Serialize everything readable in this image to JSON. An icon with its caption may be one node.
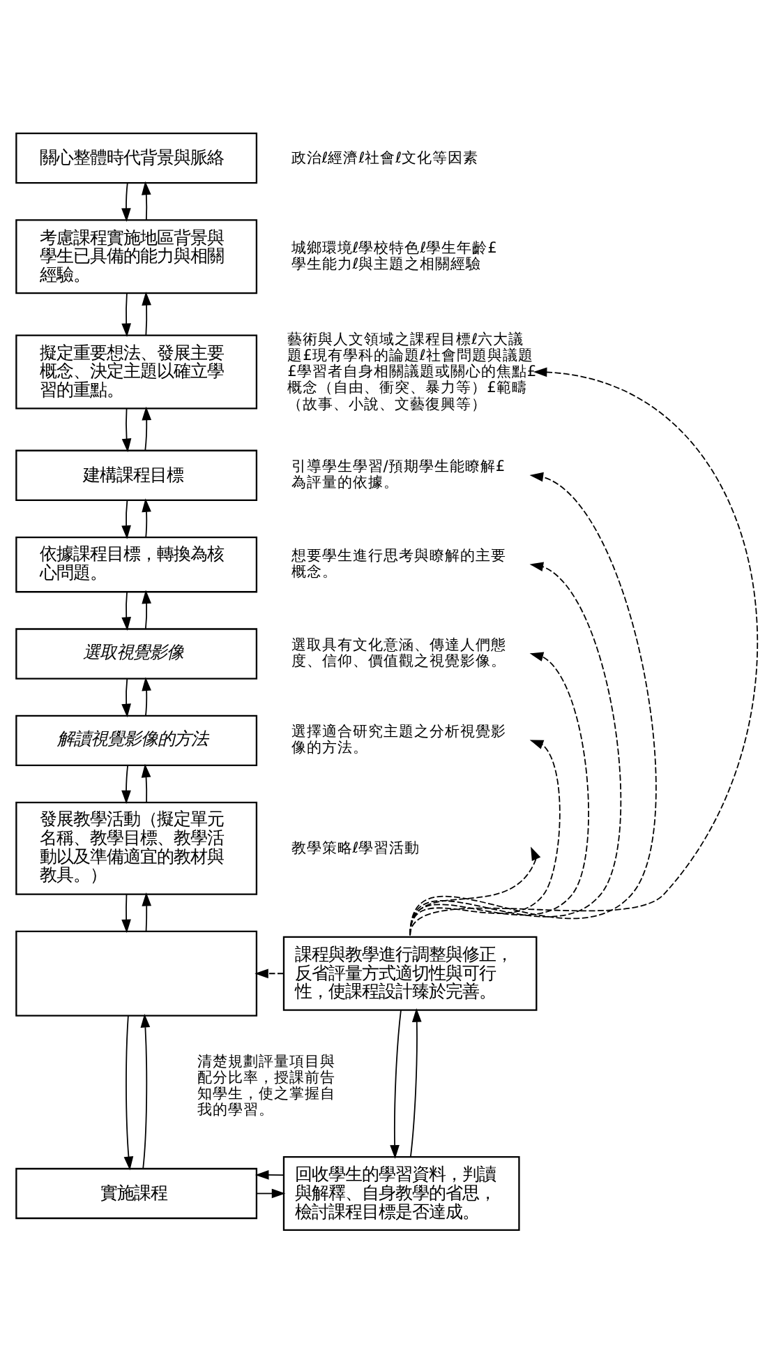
{
  "diagram": {
    "nodes": [
      {
        "text": [
          "關心整體時代背景與脈絡"
        ],
        "beside": [
          "政治ℓ經濟ℓ社會ℓ文化等因素"
        ]
      },
      {
        "text": [
          "考慮課程實施地區背景與學生已具備的能力與相關經驗。"
        ],
        "beside": [
          "城鄉環境ℓ學校特色ℓ學生年齡£學生能力ℓ與主題之相關經驗"
        ]
      },
      {
        "text": [
          "擬定重要想法、發展主要概念、決定主題以確立學習的重點。"
        ]
      },
      {
        "text": [
          "藝術與人文領域之課程目標ℓ六大議題£現有學科的論題ℓ社會問題與議題£學習者自身相關議題或關心的焦點£概念（自由、衝突、暴力等）£範疇（故事、小說、文藝復興等）"
        ]
      },
      {
        "text": [
          "建構課程目標"
        ]
      },
      {
        "text": [
          "引導學生學習/預期學生能瞭解£為評量的依據。"
        ]
      },
      {
        "text": [
          "依據課程目標，轉換為核心問題。"
        ]
      },
      {
        "text": [
          "想要學生進行思考與瞭解的主要概念。"
        ]
      },
      {
        "text": [
          "選取視覺影像"
        ]
      },
      {
        "text": [
          "選取具有文化意涵、傳達人們態度、信仰、價值觀之視覺影像。"
        ]
      },
      {
        "text": [
          "解讀視覺影像的方法"
        ]
      },
      {
        "text": [
          "選擇適合研究主題之分析視覺影像的方法。"
        ]
      },
      {
        "text": [
          "發展教學活動（擬定單元名稱、教學目標、教學活動以及準備適宜的教材與教具。）"
        ]
      },
      {
        "text": [
          "教學策略ℓ學習活動"
        ]
      },
      {
        "text": [
          "課程與教學進行調整與修正，反省評量方式適切性與可行性，使課程設計臻於完善。"
        ]
      },
      {
        "text": [],
        "shape": "box",
        "beside": [
          "清楚規劃評量項目與配分比率，授課前告知學生，使之掌握自我的學習。"
        ]
      },
      {
        "text": [
          "回收學生的學習資料，判讀與解釋、自身教學的省思，檢討課程目標是否達成。"
        ]
      },
      {
        "text": [
          "實施課程"
        ]
      }
    ],
    "edges": [
      {
        "from": 0,
        "to": 1,
        "arrow": "to"
      },
      {
        "from": 1,
        "to": 0,
        "arrow": "to"
      },
      {
        "from": 1,
        "to": 2,
        "arrow": "to"
      },
      {
        "from": 2,
        "to": 1,
        "arrow": "to"
      },
      {
        "from": 2,
        "to": 4,
        "arrow": "to"
      },
      {
        "from": 4,
        "to": 2,
        "arrow": "to"
      },
      {
        "from": 4,
        "to": 6,
        "arrow": "to"
      },
      {
        "from": 6,
        "to": 4,
        "arrow": "to"
      },
      {
        "from": 6,
        "to": 8,
        "arrow": "to"
      },
      {
        "from": 8,
        "to": 6,
        "arrow": "to"
      },
      {
        "from": 8,
        "to": 10,
        "arrow": "to"
      },
      {
        "from": 10,
        "to": 8,
        "arrow": "to"
      },
      {
        "from": 10,
        "to": 12,
        "arrow": "to"
      },
      {
        "from": 12,
        "to": 10,
        "arrow": "to"
      },
      {
        "from": 12,
        "to": 15,
        "arrow": "to"
      },
      {
        "from": 15,
        "to": 12,
        "arrow": "to"
      },
      {
        "from": 15,
        "to": 17,
        "arrow": "to"
      },
      {
        "from": 17,
        "to": 15,
        "arrow": "to"
      },
      {
        "from": 17,
        "to": 16,
        "arrow": "to"
      },
      {
        "from": 16,
        "to": 17,
        "arrow": "to"
      },
      {
        "from": 14,
        "to": 16,
        "arrow": "to"
      },
      {
        "from": 16,
        "to": 14,
        "arrow": "to"
      },
      {
        "from": 14,
        "to": 3,
        "arrow": "to",
        "style": "dashed"
      },
      {
        "from": 14,
        "to": 5,
        "arrow": "to",
        "style": "dashed"
      },
      {
        "from": 14,
        "to": 7,
        "arrow": "to",
        "style": "dashed"
      },
      {
        "from": 14,
        "to": 9,
        "arrow": "to",
        "style": "dashed"
      },
      {
        "from": 14,
        "to": 11,
        "arrow": "to",
        "style": "dashed"
      },
      {
        "from": 14,
        "to": 13,
        "arrow": "to",
        "style": "dashed"
      },
      {
        "from": 14,
        "to": 15,
        "arrow": "to",
        "style": "dashed"
      }
    ]
  }
}
